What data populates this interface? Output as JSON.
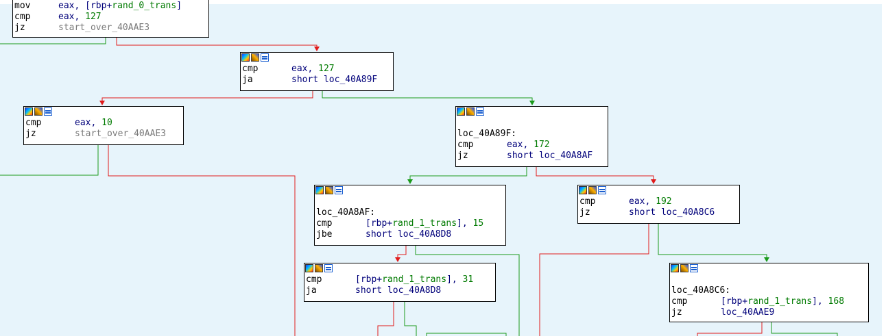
{
  "colors": {
    "background": "#e7f4fb",
    "edge_true": "#1b9a1b",
    "edge_false": "#e01b1b",
    "edge_uncond": "#7a7a7a"
  },
  "icons": [
    "graph-icon",
    "edit-icon",
    "xref-icon"
  ],
  "nodes": {
    "n0": {
      "lines": [
        {
          "mn": "mov",
          "ops": [
            {
              "t": "eax, [rbp+",
              "c": "op"
            },
            {
              "t": "rand_0_trans",
              "c": "sym"
            },
            {
              "t": "]",
              "c": "op"
            }
          ]
        },
        {
          "mn": "cmp",
          "ops": [
            {
              "t": "eax, ",
              "c": "op"
            },
            {
              "t": "127",
              "c": "num"
            }
          ]
        },
        {
          "mn": "jz",
          "ops": [
            {
              "t": "start_over_40AAE3",
              "c": "ref"
            }
          ]
        }
      ]
    },
    "n1": {
      "lines": [
        {
          "mn": "cmp",
          "ops": [
            {
              "t": "eax, ",
              "c": "op"
            },
            {
              "t": "127",
              "c": "num"
            }
          ]
        },
        {
          "mn": "ja",
          "ops": [
            {
              "t": "short loc_40A89F",
              "c": "op"
            }
          ]
        }
      ]
    },
    "n2": {
      "lines": [
        {
          "mn": "cmp",
          "ops": [
            {
              "t": "eax, ",
              "c": "op"
            },
            {
              "t": "10",
              "c": "num"
            }
          ]
        },
        {
          "mn": "jz",
          "ops": [
            {
              "t": "start_over_40AAE3",
              "c": "ref"
            }
          ]
        }
      ]
    },
    "n3": {
      "label": "loc_40A89F:",
      "lines": [
        {
          "mn": "cmp",
          "ops": [
            {
              "t": "eax, ",
              "c": "op"
            },
            {
              "t": "172",
              "c": "num"
            }
          ]
        },
        {
          "mn": "jz",
          "ops": [
            {
              "t": "short loc_40A8AF",
              "c": "op"
            }
          ]
        }
      ]
    },
    "n4": {
      "label": "loc_40A8AF:",
      "lines": [
        {
          "mn": "cmp",
          "ops": [
            {
              "t": "[rbp+",
              "c": "op"
            },
            {
              "t": "rand_1_trans",
              "c": "sym"
            },
            {
              "t": "], ",
              "c": "op"
            },
            {
              "t": "15",
              "c": "num"
            }
          ]
        },
        {
          "mn": "jbe",
          "ops": [
            {
              "t": "short loc_40A8D8",
              "c": "op"
            }
          ]
        }
      ]
    },
    "n5": {
      "lines": [
        {
          "mn": "cmp",
          "ops": [
            {
              "t": "eax, ",
              "c": "op"
            },
            {
              "t": "192",
              "c": "num"
            }
          ]
        },
        {
          "mn": "jz",
          "ops": [
            {
              "t": "short loc_40A8C6",
              "c": "op"
            }
          ]
        }
      ]
    },
    "n6": {
      "lines": [
        {
          "mn": "cmp",
          "ops": [
            {
              "t": "[rbp+",
              "c": "op"
            },
            {
              "t": "rand_1_trans",
              "c": "sym"
            },
            {
              "t": "], ",
              "c": "op"
            },
            {
              "t": "31",
              "c": "num"
            }
          ]
        },
        {
          "mn": "ja",
          "ops": [
            {
              "t": "short loc_40A8D8",
              "c": "op"
            }
          ]
        }
      ]
    },
    "n7": {
      "label": "loc_40A8C6:",
      "lines": [
        {
          "mn": "cmp",
          "ops": [
            {
              "t": "[rbp+",
              "c": "op"
            },
            {
              "t": "rand_1_trans",
              "c": "sym"
            },
            {
              "t": "], ",
              "c": "op"
            },
            {
              "t": "168",
              "c": "num"
            }
          ]
        },
        {
          "mn": "jz",
          "ops": [
            {
              "t": "loc_40AAE9",
              "c": "op"
            }
          ]
        }
      ]
    }
  }
}
